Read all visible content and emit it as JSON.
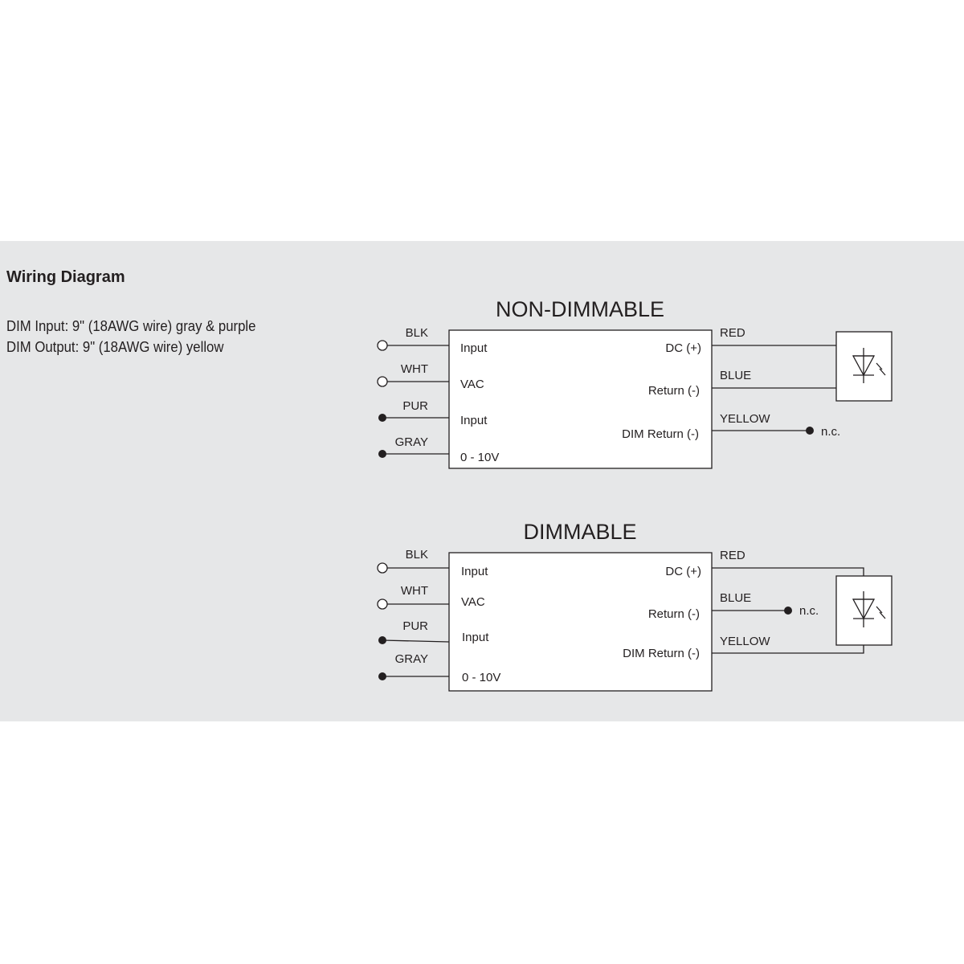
{
  "heading": "Wiring Diagram",
  "specs": [
    "DIM Input: 9\" (18AWG wire) gray & purple",
    "DIM Output: 9\" (18AWG wire) yellow"
  ],
  "non_dimmable": {
    "title": "NON-DIMMABLE",
    "input_wires": [
      "BLK",
      "WHT",
      "PUR",
      "GRAY"
    ],
    "box_left": [
      "Input",
      "VAC",
      "Input",
      "0 - 10V"
    ],
    "box_right": [
      "DC (+)",
      "Return (-)",
      "DIM Return (-)"
    ],
    "output_wires": [
      "RED",
      "BLUE",
      "YELLOW"
    ],
    "nc": "n.c."
  },
  "dimmable": {
    "title": "DIMMABLE",
    "input_wires": [
      "BLK",
      "WHT",
      "PUR",
      "GRAY"
    ],
    "box_left": [
      "Input",
      "VAC",
      "Input",
      "0 - 10V"
    ],
    "box_right": [
      "DC (+)",
      "Return (-)",
      "DIM Return (-)"
    ],
    "output_wires": [
      "RED",
      "BLUE",
      "YELLOW"
    ],
    "nc": "n.c."
  },
  "icons": {
    "open_terminal": "open-circle-terminal",
    "closed_terminal": "filled-dot-terminal",
    "led": "led-diode-icon"
  }
}
